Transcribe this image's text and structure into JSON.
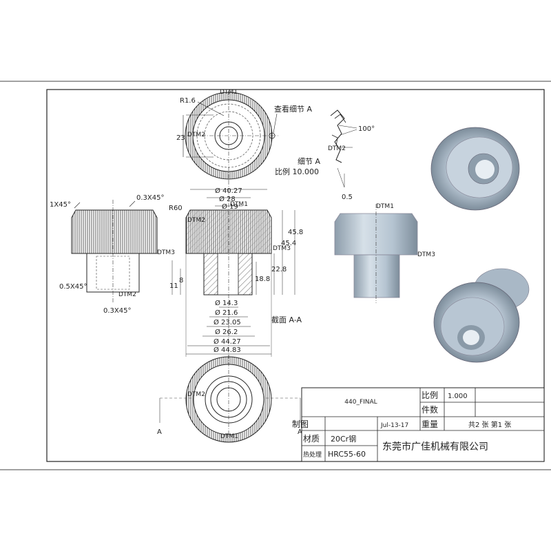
{
  "title_block": {
    "drawing_name": "440_FINAL",
    "scale_label": "比例",
    "scale_value": "1.000",
    "qty_label": "件数",
    "drafted_label": "制图",
    "date": "Jul-13-17",
    "weight_label": "重量",
    "sheets": "共2 张   第1 张",
    "material_label": "材质",
    "material": "20Cr钢",
    "heat_label": "热处理",
    "heat": "HRC55-60",
    "company": "东莞市广佳机械有限公司"
  },
  "views": {
    "top": {
      "radius": "R1.6",
      "dtm1": "DTM1",
      "dtm2": "DTM2",
      "dim": "23",
      "detail_ref": "查看细节 A"
    },
    "detail": {
      "title": "细节 A",
      "scale": "比例 10.000",
      "angle": "100°",
      "offset": "0.5",
      "dtm2": "DTM2"
    },
    "left": {
      "chamfer_top_left": "1X45°",
      "chamfer_top_right": "0.3X45°",
      "dtm3": "DTM3",
      "chamfer_mid": "0.5X45°",
      "dtm2": "DTM2",
      "chamfer_bottom": "0.3X45°"
    },
    "section": {
      "r60": "R60",
      "d_top": [
        "Ø 40.27",
        "Ø 28",
        "Ø 19"
      ],
      "dtm1": "DTM1",
      "dtm2": "DTM2",
      "dtm3": "DTM3",
      "h1": "45.8",
      "h2": "45.4",
      "h3": "22.8",
      "h4": "18.8",
      "v1": "8",
      "v2": "11",
      "d_bottom": [
        "Ø 14.3",
        "Ø 21.6",
        "Ø 23.05",
        "Ø 26.2",
        "Ø 44.27",
        "Ø 44.83"
      ],
      "label": "截面  A-A"
    },
    "iso": {
      "dtm1": "DTM1",
      "dtm3": "DTM3"
    },
    "bottom": {
      "dtm1": "DTM1",
      "dtm2": "DTM2",
      "section_a_left": "A",
      "section_a_right": "A"
    }
  },
  "colors": {
    "line": "#222222",
    "render": "#b7c5d2",
    "render_dark": "#7f8f9e"
  }
}
